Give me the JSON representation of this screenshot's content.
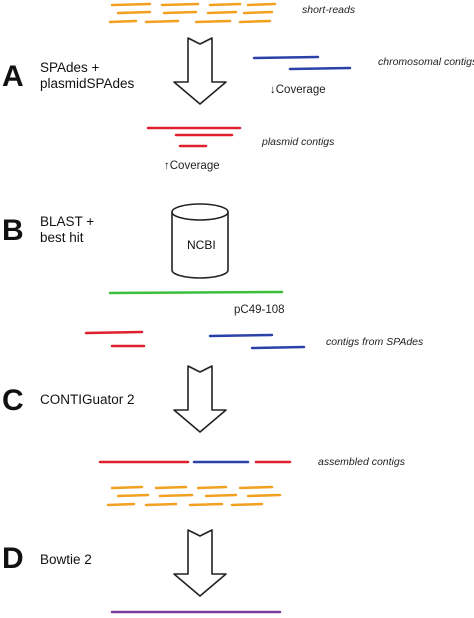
{
  "colors": {
    "reads": "#f2a020",
    "plasmid": "#e0202e",
    "chromosomal": "#2c41a8",
    "reference": "#3bbf3b",
    "final": "#7a3b9e",
    "stroke": "#222222"
  },
  "steps": [
    {
      "letter": "A",
      "name_lines": [
        "SPAdes +",
        "plasmidSPAdes"
      ]
    },
    {
      "letter": "B",
      "name_lines": [
        "BLAST +",
        "best hit"
      ]
    },
    {
      "letter": "C",
      "name_lines": [
        "CONTIGuator 2"
      ]
    },
    {
      "letter": "D",
      "name_lines": [
        "Bowtie 2"
      ]
    }
  ],
  "labels": {
    "short_reads": "short-reads",
    "chromosomal_contigs": "chromosomal contigs",
    "coverage_down": "↓Coverage",
    "plasmid_contigs": "plasmid contigs",
    "coverage_up": "↑Coverage",
    "database": "NCBI",
    "reference_plasmid": "pC49-108",
    "contigs_from_spades": "contigs from SPAdes",
    "assembled_contigs": "assembled contigs"
  }
}
